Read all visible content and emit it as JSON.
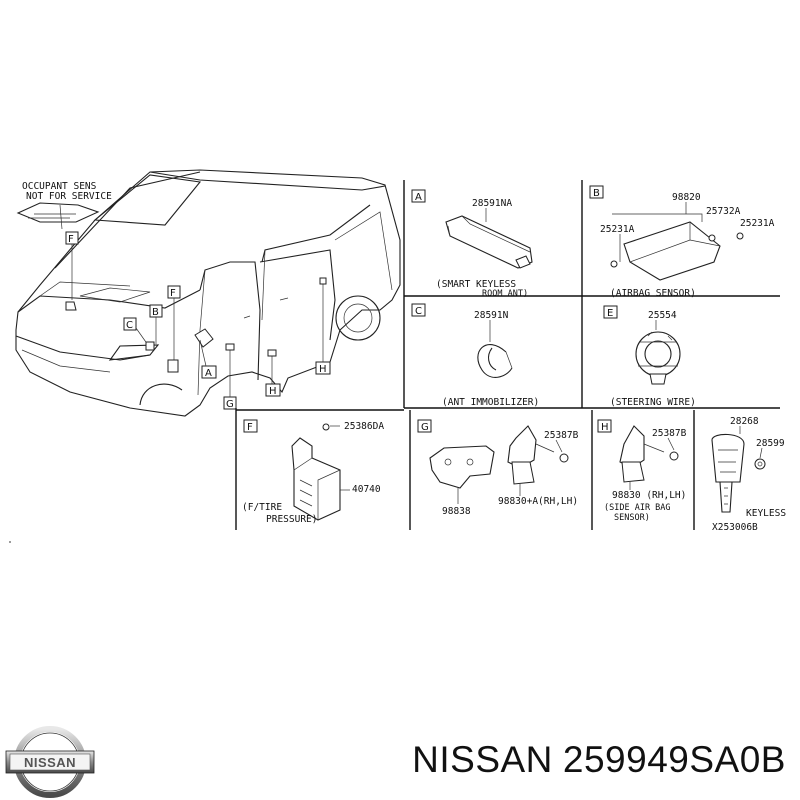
{
  "diagram": {
    "overview": {
      "note": [
        "OCCUPANT SENS",
        "NOT FOR SERVICE"
      ],
      "callouts": [
        "F",
        "B",
        "C",
        "A",
        "G",
        "H",
        "H",
        "F"
      ]
    },
    "panels": [
      {
        "letter": "A",
        "parts": [
          "28591NA"
        ],
        "caption": [
          "(SMART KEYLESS",
          "ROOM ANT)"
        ]
      },
      {
        "letter": "B",
        "parts": [
          "98820",
          "25732A",
          "25231A",
          "25231A"
        ],
        "caption": [
          "(AIRBAG SENSOR)"
        ]
      },
      {
        "letter": "C",
        "parts": [
          "28591N"
        ],
        "caption": [
          "(ANT IMMOBILIZER)"
        ]
      },
      {
        "letter": "E",
        "parts": [
          "25554"
        ],
        "caption": [
          "(STEERING WIRE)"
        ]
      },
      {
        "letter": "F",
        "parts": [
          "25386DA",
          "40740"
        ],
        "caption": [
          "(F/TIRE",
          "PRESSURE)"
        ]
      },
      {
        "letter": "G",
        "parts": [
          "25387B",
          "98838",
          "98830+A(RH,LH)"
        ],
        "caption": []
      },
      {
        "letter": "H",
        "parts": [
          "25387B",
          "98830 (RH,LH)"
        ],
        "caption": [
          "(SIDE AIR BAG",
          "SENSOR)"
        ]
      },
      {
        "letter": "",
        "parts": [
          "28268",
          "28599",
          "KEYLESS"
        ],
        "caption": []
      }
    ],
    "drawing_code": "X253006B"
  },
  "footer": {
    "logo_text": "NISSAN",
    "brand": "NISSAN",
    "part_number": "259949SA0B"
  }
}
